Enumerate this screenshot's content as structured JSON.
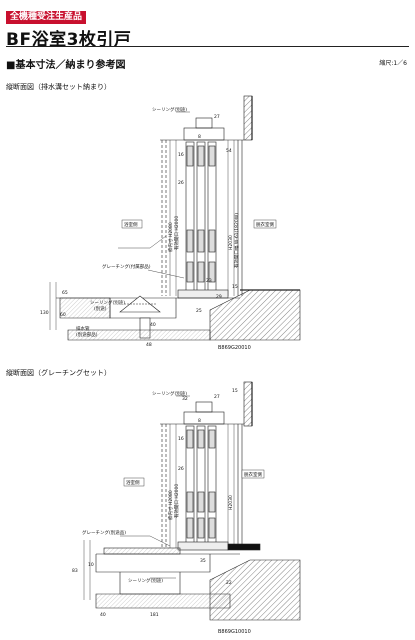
{
  "header": {
    "badge": "全機種受注生産品",
    "title": "BF浴室3枚引戸"
  },
  "section": {
    "title": "■基本寸法／納まり参考図",
    "scale": "縮尺:1／6"
  },
  "figure1": {
    "caption": "縦断面図（排水溝セット納まり）",
    "code": "B869G20010",
    "labels": {
      "sealing_top": "シーリング(別途)",
      "bathroom": "浴室側",
      "dressing": "脱衣室側",
      "grating": "グレーチング(付属部品)",
      "sealing_bottom": "シーリング(別途)",
      "drain": "排水管",
      "drain2": "(別途部品)",
      "separate": "(別途)"
    },
    "dims": {
      "d27": "27",
      "d16": "16",
      "d54": "54",
      "d26": "26",
      "d8": "8",
      "d23": "23",
      "d25": "25",
      "d65": "65",
      "d40": "40",
      "d130": "130",
      "d60": "60",
      "d15": "15",
      "d29": "29",
      "d48": "48",
      "v1": "枠内寸 H2080",
      "v2": "有効開口 H2000",
      "v3": "H2030",
      "v4": "有効開口幅 W-61(1820W)"
    }
  },
  "figure2": {
    "caption": "縦断面図（グレーチングセット）",
    "code": "B869G10010",
    "labels": {
      "sealing_top": "シーリング(別途)",
      "bathroom": "浴室側",
      "dressing": "脱衣室側",
      "grating": "グレーチング(別途品)",
      "sealing_bottom": "シーリング(別途)"
    },
    "dims": {
      "d27": "27",
      "d15": "15",
      "d32": "32",
      "d26": "26",
      "d8": "8",
      "d16": "16",
      "d35": "35",
      "d83": "83",
      "d40": "40",
      "d181": "181",
      "d10": "10",
      "d22": "22",
      "v1": "枠内寸 H2080",
      "v2": "有効開口 H2000",
      "v3": "H2030"
    }
  }
}
